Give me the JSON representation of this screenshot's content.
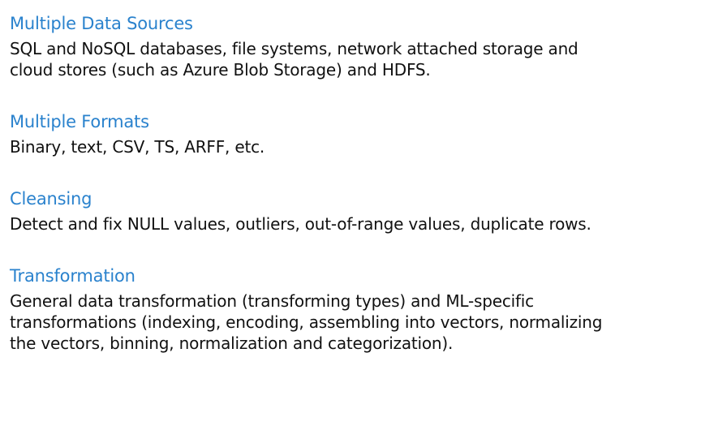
{
  "sections": [
    {
      "heading": "Multiple Data Sources",
      "body": "SQL and NoSQL databases, file systems, network attached storage and\ncloud stores (such as Azure Blob Storage) and HDFS."
    },
    {
      "heading": "Multiple Formats",
      "body": "Binary, text,  CSV, TS, ARFF, etc."
    },
    {
      "heading": "Cleansing",
      "body": "Detect and fix NULL values, outliers, out-of-range values, duplicate rows."
    },
    {
      "heading": "Transformation",
      "body": "General data transformation (transforming types) and  ML-specific\ntransformations (indexing, encoding, assembling into vectors, normalizing\nthe vectors, binning, normalization and categorization)."
    }
  ],
  "colors": {
    "heading": "#2a82cd",
    "body": "#111111",
    "background": "#ffffff"
  }
}
